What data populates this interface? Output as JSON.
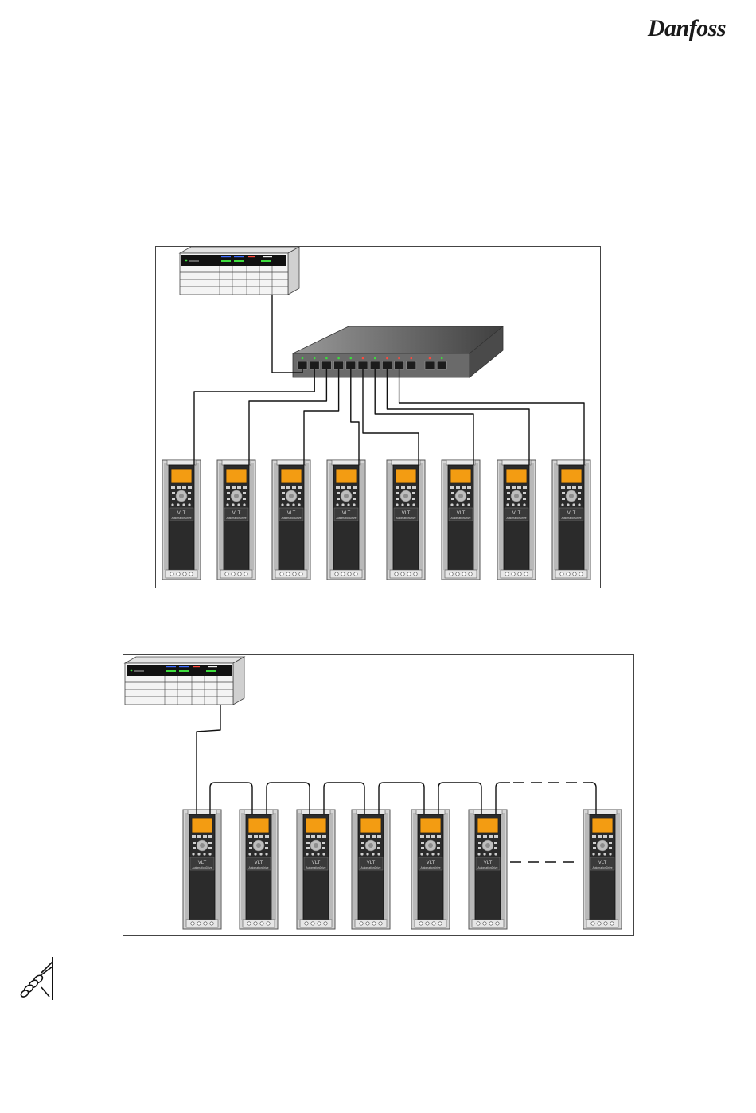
{
  "header": {
    "brand": "Danfoss",
    "brand_color": "#1a1a1a"
  },
  "figures": [
    {
      "id": "star-topology",
      "switch_ports": 12,
      "drive_count": 8
    },
    {
      "id": "line-topology",
      "drive_count": 7
    }
  ],
  "drive": {
    "model_label": "VLT",
    "series_label": "AutomationDrive",
    "display_color": "#f39c12",
    "body_color": "#2b2b2b",
    "frame_color": "#d6d6d6"
  },
  "note": {
    "icon": "hand-pointing-icon"
  }
}
